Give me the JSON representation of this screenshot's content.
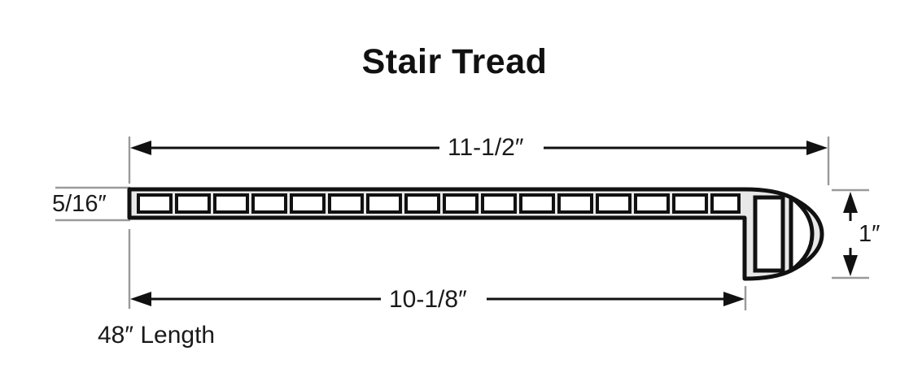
{
  "title": "Stair Tread",
  "dimensions": {
    "overall_width": "11-1/2″",
    "tread_depth": "10-1/8″",
    "thickness": "5/16″",
    "nose_height": "1″",
    "length_note": "48″ Length"
  },
  "profile": {
    "rib_count": 16,
    "fill_color": "#e8e8e8",
    "stroke_color": "#111111",
    "cavity_color": "#ffffff",
    "extension_line_color": "#9a9a9a",
    "dimension_line_color": "#111111"
  }
}
